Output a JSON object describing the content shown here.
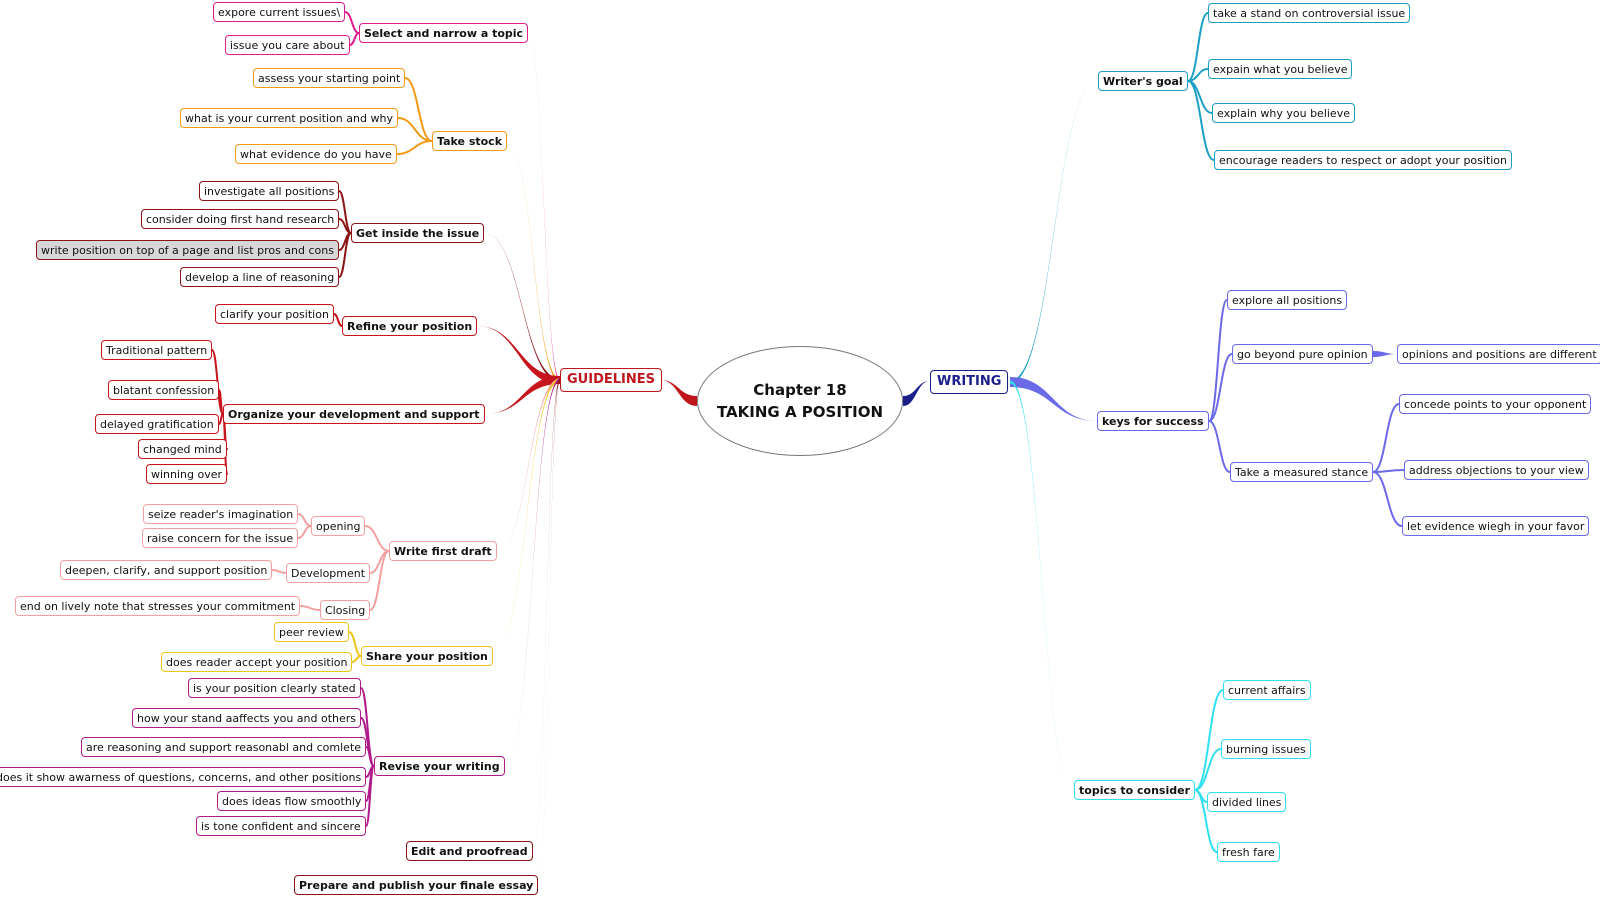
{
  "center": {
    "line1": "Chapter 18",
    "line2": "TAKING A POSITION"
  },
  "colors": {
    "guidelines": "#c0171d",
    "writing": "#1a1f8a",
    "pink": "#e01c8c",
    "orange": "#f29a12",
    "darkred": "#8b1414",
    "red": "#c8141c",
    "salmon": "#f4a0a0",
    "yellow": "#f0c416",
    "magenta": "#b01a8a",
    "teal": "#1b9fc4",
    "slateblue": "#6a6ae8",
    "cyan": "#2ee0f0"
  },
  "guidelines": {
    "label": "GUIDELINES",
    "branches": [
      {
        "label": "Select and narrow a topic",
        "color": "pink",
        "children": [
          "expore current issues\\",
          "issue you care about"
        ]
      },
      {
        "label": "Take stock",
        "color": "orange",
        "children": [
          "assess your starting point",
          "what is your current position and why",
          "what evidence do you have"
        ]
      },
      {
        "label": "Get inside the issue",
        "color": "darkred",
        "children": [
          "investigate all positions",
          "consider doing first hand research",
          "write position on top of a page and list pros and cons",
          "develop a line of reasoning"
        ]
      },
      {
        "label": "Refine your position",
        "color": "red",
        "children": [
          "clarify your position"
        ]
      },
      {
        "label": "Organize your development and support",
        "color": "red",
        "children": [
          "Traditional pattern",
          "blatant confession",
          "delayed gratification",
          "changed mind",
          "winning over"
        ]
      },
      {
        "label": "Write first draft",
        "color": "salmon",
        "children": [
          "opening",
          "Development",
          "Closing"
        ],
        "sub": {
          "opening": [
            "seize reader's imagination",
            "raise concern for the issue"
          ],
          "Development": [
            "deepen, clarify, and support position"
          ],
          "Closing": [
            "end on lively note that stresses your commitment"
          ]
        }
      },
      {
        "label": "Share your position",
        "color": "yellow",
        "children": [
          "peer review",
          "does reader accept your position"
        ]
      },
      {
        "label": "Revise your writing",
        "color": "magenta",
        "children": [
          "is your position clearly stated",
          "how your stand aaffects you and others",
          "are reasoning and support reasonabl and comlete",
          "does it show awarness of questions, concerns, and other positions",
          "does ideas flow smoothly",
          "is tone confident and sincere"
        ]
      },
      {
        "label": "Edit and proofread",
        "color": "darkred",
        "children": []
      },
      {
        "label": "Prepare and publish your finale essay",
        "color": "darkred",
        "children": []
      }
    ]
  },
  "writing": {
    "label": "WRITING",
    "branches": [
      {
        "label": "Writer's goal",
        "color": "teal",
        "children": [
          "take a stand on controversial issue",
          "expain what you believe",
          "explain why you believe",
          "encourage readers to respect or adopt your position"
        ]
      },
      {
        "label": "keys for success",
        "color": "slateblue",
        "children": [
          "explore all positions",
          "go beyond pure opinion",
          "Take a measured stance"
        ],
        "sub": {
          "go beyond pure opinion": [
            "opinions and positions are different"
          ],
          "Take a measured stance": [
            "concede points to your opponent",
            "address objections to your view",
            "let evidence wiegh in your favor"
          ]
        }
      },
      {
        "label": "topics to consider",
        "color": "cyan",
        "children": [
          "current affairs",
          "burning issues",
          "divided lines",
          "fresh fare"
        ]
      }
    ]
  }
}
